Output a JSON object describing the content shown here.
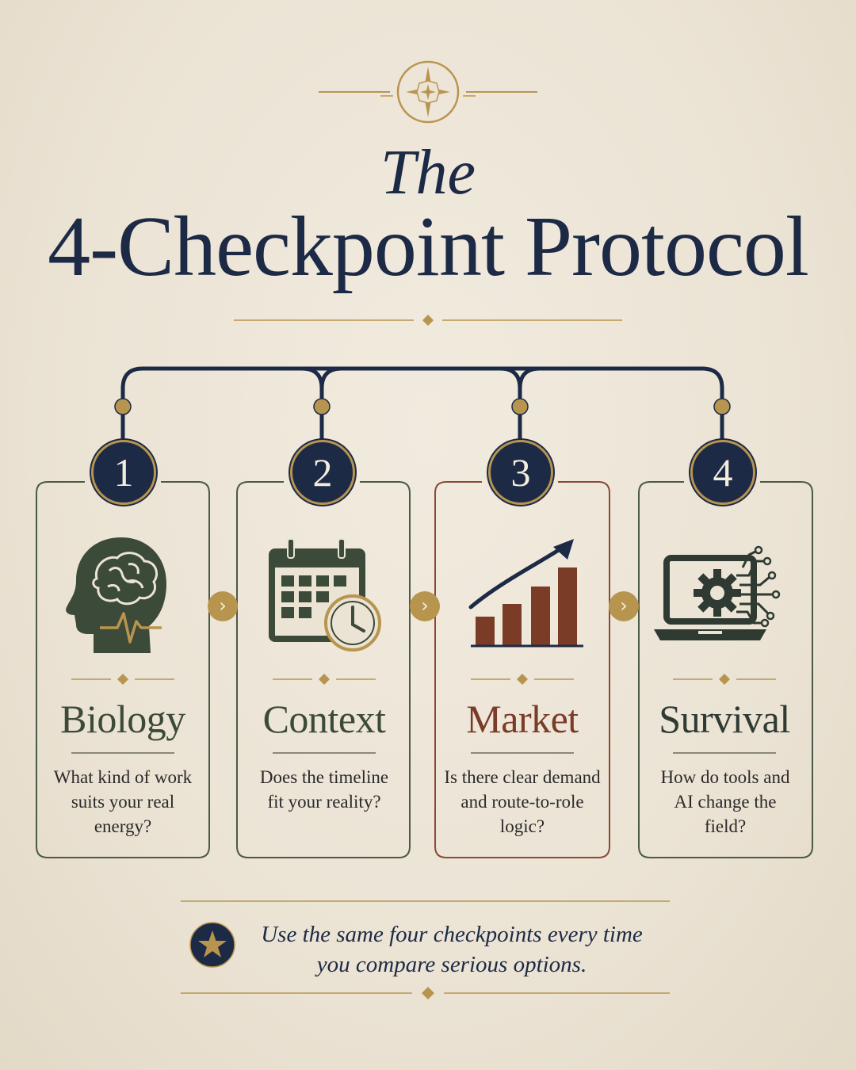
{
  "title": {
    "line1": "The",
    "line2": "4-Checkpoint Protocol"
  },
  "colors": {
    "navy": "#1c2a46",
    "gold": "#b8954e",
    "green": "#3c4a39",
    "rust": "#7a3b27",
    "paper": "#ebe3d4"
  },
  "steps": [
    {
      "number": "1",
      "title": "Biology",
      "description_lines": [
        "What kind of work",
        "suits your real",
        "energy?"
      ],
      "icon": "brain-head-icon"
    },
    {
      "number": "2",
      "title": "Context",
      "description_lines": [
        "Does the timeline",
        "fit your reality?"
      ],
      "icon": "calendar-clock-icon"
    },
    {
      "number": "3",
      "title": "Market",
      "description_lines": [
        "Is there clear demand",
        "and route-to-role",
        "logic?"
      ],
      "icon": "growth-chart-icon"
    },
    {
      "number": "4",
      "title": "Survival",
      "description_lines": [
        "How do tools and",
        "AI change the",
        "field?"
      ],
      "icon": "laptop-gear-icon"
    }
  ],
  "footer": {
    "lines": [
      "Use the same four checkpoints every time",
      "you compare serious options."
    ],
    "icon": "star-icon"
  }
}
